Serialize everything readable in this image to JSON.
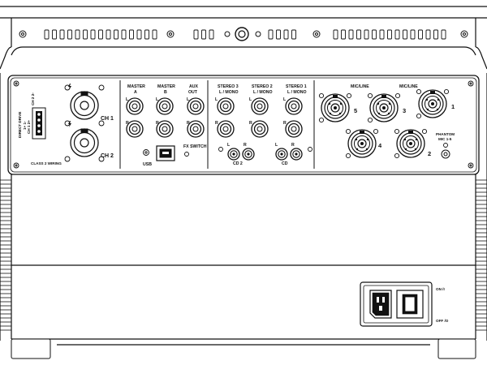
{
  "speakon": {
    "label_ch1": "CH 1",
    "label_ch2": "CH 2",
    "terminal_title": "DIRECT DRIVE",
    "terminal_rows": [
      "1+  1-",
      "CH 1  2+",
      "CH 2  2-"
    ],
    "class2_label": "CLASS 2 WIRING"
  },
  "outputs": {
    "master_a": [
      "MASTER",
      "A"
    ],
    "master_b": [
      "MASTER",
      "B"
    ],
    "aux_out": [
      "AUX",
      "OUT"
    ],
    "jack_l": "L",
    "jack_r": "R",
    "usb_label": "USB",
    "fx_switch_label": "FX SWITCH"
  },
  "stereo_inputs": {
    "stereo3": [
      "STEREO 3",
      "L / MONO"
    ],
    "stereo2": [
      "STEREO 2",
      "L / MONO"
    ],
    "stereo1": [
      "STEREO 1",
      "L / MONO"
    ],
    "jack_l": "L",
    "jack_r": "R",
    "cd2_label": "CD 2",
    "cd_label": "CD"
  },
  "mic_inputs": {
    "mic_line_left": "MIC/LINE",
    "mic_line_right": "MIC/LINE",
    "channel_numbers": [
      "5",
      "3",
      "1",
      "4",
      "2"
    ],
    "phantom_label": [
      "PHANTOM",
      "MIC 1-5"
    ]
  },
  "power": {
    "on_label": "ON /I",
    "off_label": "OFF /O"
  }
}
